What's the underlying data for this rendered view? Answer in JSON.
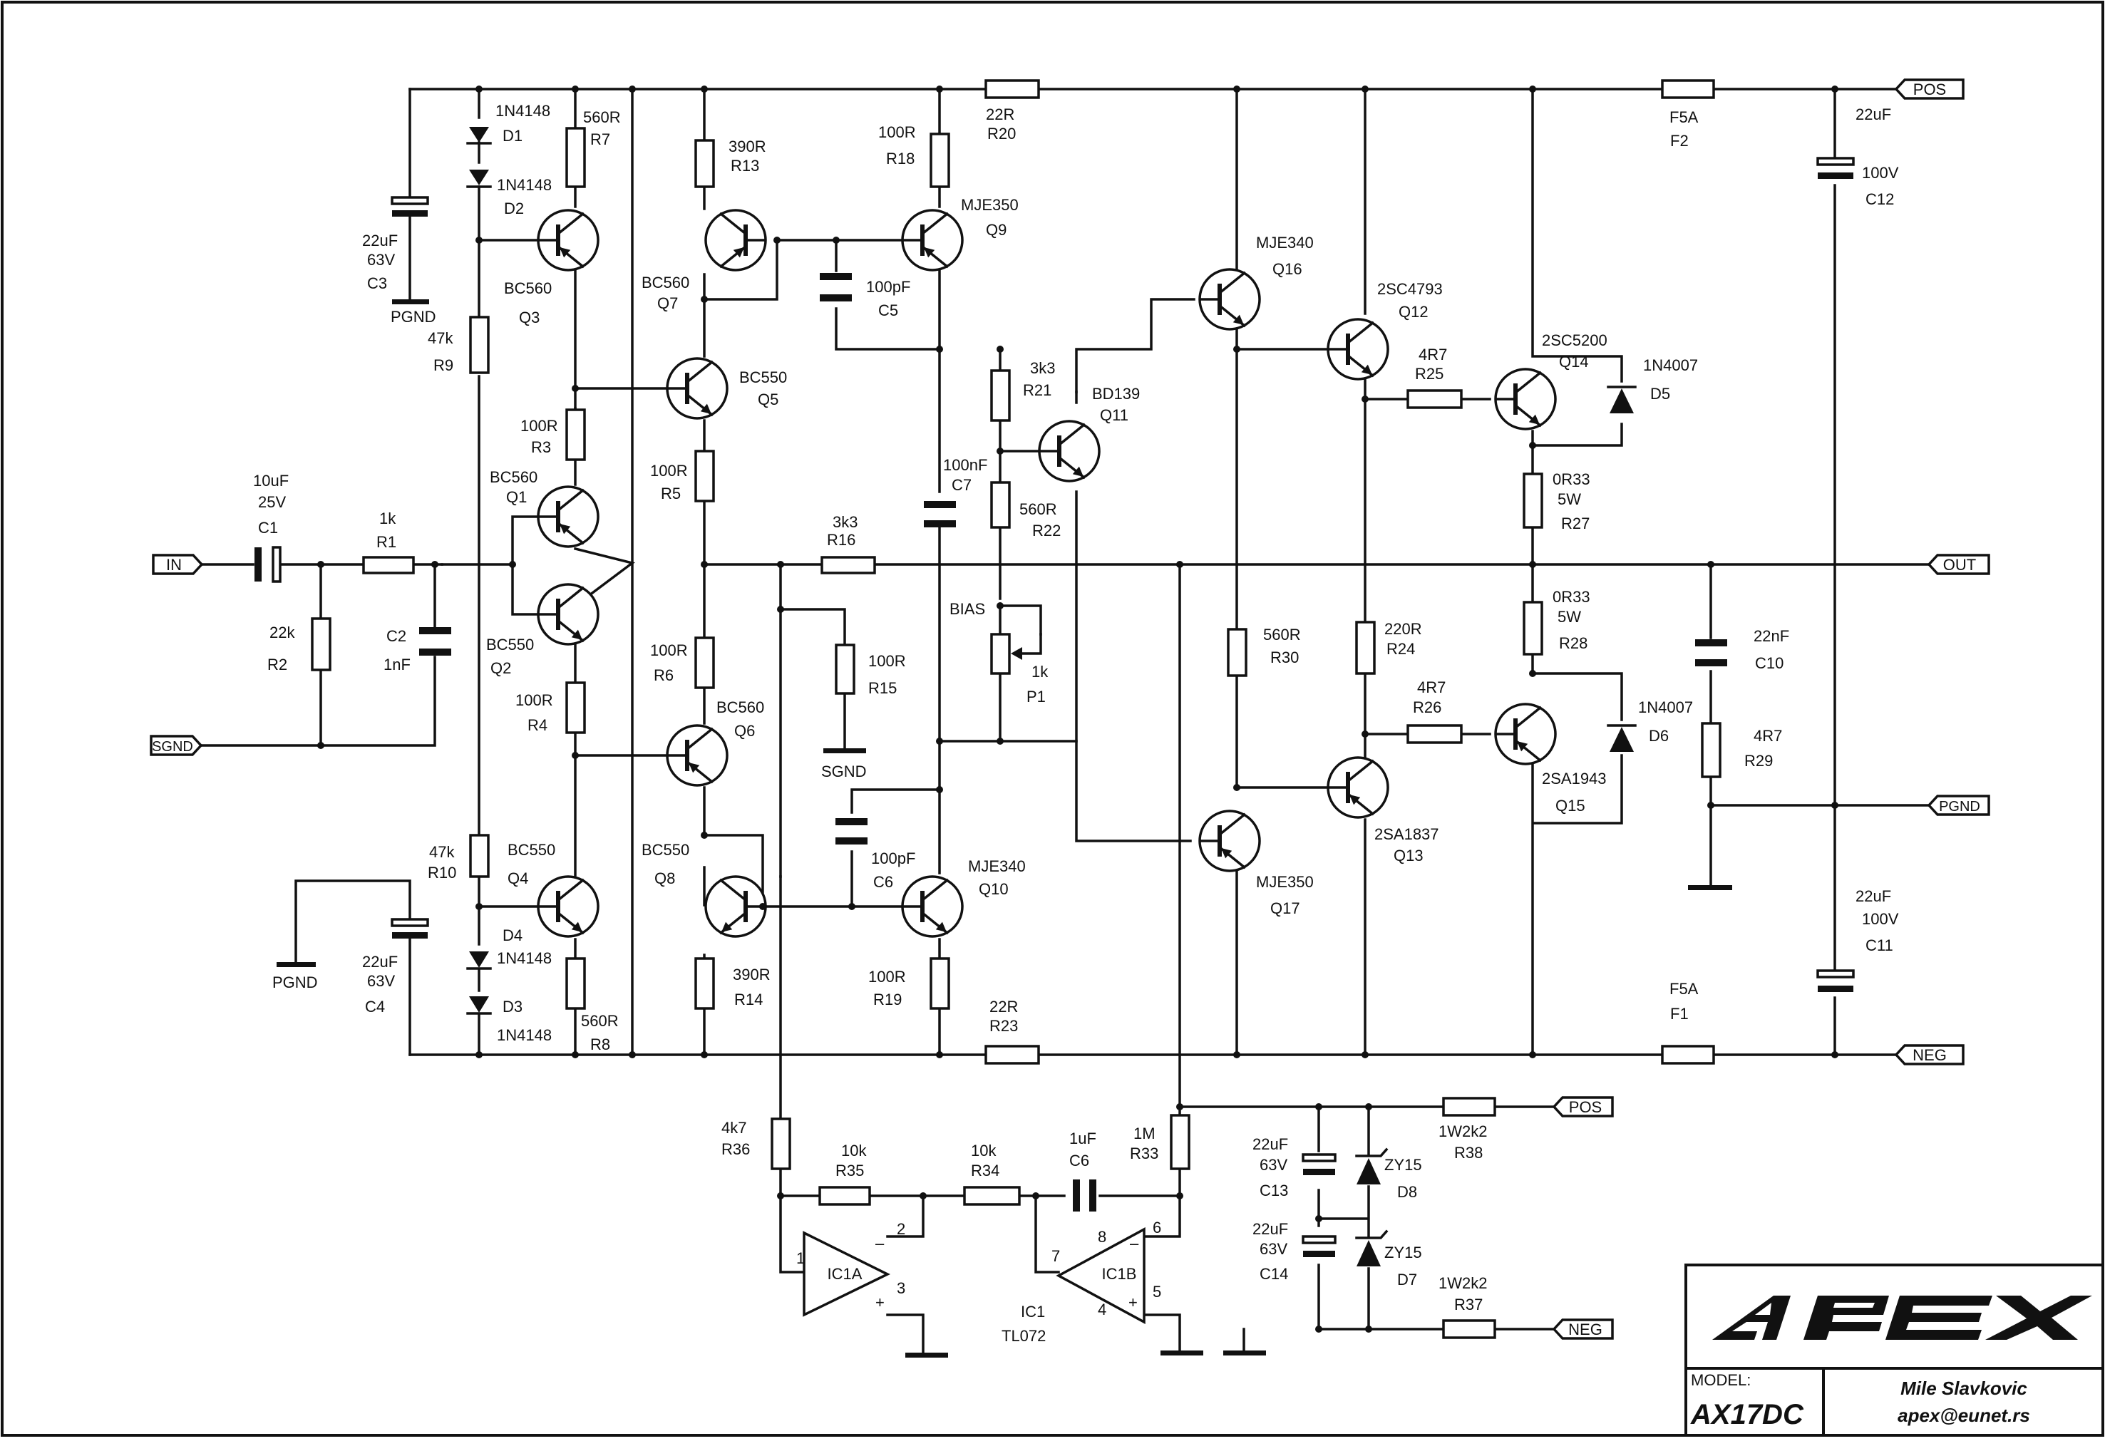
{
  "title_block": {
    "logo": "APEX",
    "model_label": "MODEL:",
    "model": "AX17DC",
    "author": "Mile Slavkovic",
    "email": "apex@eunet.rs"
  },
  "ports": [
    {
      "id": "pos",
      "label": "POS"
    },
    {
      "id": "neg",
      "label": "NEG"
    },
    {
      "id": "out",
      "label": "OUT"
    },
    {
      "id": "in",
      "label": "IN"
    },
    {
      "id": "sgnd",
      "label": "SGND"
    },
    {
      "id": "pgnd",
      "label": "PGND"
    },
    {
      "id": "pos2",
      "label": "POS"
    },
    {
      "id": "neg2",
      "label": "NEG"
    }
  ],
  "ground_labels": [
    "PGND",
    "PGND",
    "SGND"
  ],
  "components": {
    "D1": {
      "value": "1N4148",
      "ref": "D1"
    },
    "D2": {
      "value": "1N4148",
      "ref": "D2"
    },
    "D3": {
      "value": "1N4148",
      "ref": "D3"
    },
    "D4": {
      "value": "1N4148",
      "ref": "D4"
    },
    "D5": {
      "value": "1N4007",
      "ref": "D5"
    },
    "D6": {
      "value": "1N4007",
      "ref": "D6"
    },
    "D7": {
      "value": "ZY15",
      "ref": "D7"
    },
    "D8": {
      "value": "ZY15",
      "ref": "D8"
    },
    "R1": {
      "value": "1k",
      "ref": "R1"
    },
    "R2": {
      "value": "22k",
      "ref": "R2"
    },
    "R3": {
      "value": "100R",
      "ref": "R3"
    },
    "R4": {
      "value": "100R",
      "ref": "R4"
    },
    "R5": {
      "value": "100R",
      "ref": "R5"
    },
    "R6": {
      "value": "100R",
      "ref": "R6"
    },
    "R7": {
      "value": "560R",
      "ref": "R7"
    },
    "R8": {
      "value": "560R",
      "ref": "R8"
    },
    "R9": {
      "value": "47k",
      "ref": "R9"
    },
    "R10": {
      "value": "47k",
      "ref": "R10"
    },
    "R13": {
      "value": "390R",
      "ref": "R13"
    },
    "R14": {
      "value": "390R",
      "ref": "R14"
    },
    "R15": {
      "value": "100R",
      "ref": "R15"
    },
    "R16": {
      "value": "3k3",
      "ref": "R16"
    },
    "R18": {
      "value": "100R",
      "ref": "R18"
    },
    "R19": {
      "value": "100R",
      "ref": "R19"
    },
    "R20": {
      "value": "22R",
      "ref": "R20"
    },
    "R21": {
      "value": "3k3",
      "ref": "R21"
    },
    "R22": {
      "value": "560R",
      "ref": "R22"
    },
    "R23": {
      "value": "22R",
      "ref": "R23"
    },
    "R24": {
      "value": "220R",
      "ref": "R24"
    },
    "R25": {
      "value": "4R7",
      "ref": "R25"
    },
    "R26": {
      "value": "4R7",
      "ref": "R26"
    },
    "R27": {
      "value": "0R33",
      "value2": "5W",
      "ref": "R27"
    },
    "R28": {
      "value": "0R33",
      "value2": "5W",
      "ref": "R28"
    },
    "R29": {
      "value": "4R7",
      "ref": "R29"
    },
    "R30": {
      "value": "560R",
      "ref": "R30"
    },
    "R33": {
      "value": "1M",
      "ref": "R33"
    },
    "R34": {
      "value": "10k",
      "ref": "R34"
    },
    "R35": {
      "value": "10k",
      "ref": "R35"
    },
    "R36": {
      "value": "4k7",
      "ref": "R36"
    },
    "R37": {
      "value": "1W2k2",
      "ref": "R37"
    },
    "R38": {
      "value": "1W2k2",
      "ref": "R38"
    },
    "C1": {
      "value": "10uF",
      "value2": "25V",
      "ref": "C1"
    },
    "C2": {
      "value": "1nF",
      "ref": "C2"
    },
    "C3": {
      "value": "22uF",
      "value2": "63V",
      "ref": "C3"
    },
    "C4": {
      "value": "22uF",
      "value2": "63V",
      "ref": "C4"
    },
    "C5": {
      "value": "100pF",
      "ref": "C5"
    },
    "C6": {
      "value": "100pF",
      "ref": "C6"
    },
    "C6b": {
      "value": "1uF",
      "ref": "C6"
    },
    "C7": {
      "value": "100nF",
      "ref": "C7"
    },
    "C10": {
      "value": "22nF",
      "ref": "C10"
    },
    "C11": {
      "value": "22uF",
      "value2": "100V",
      "ref": "C11"
    },
    "C12": {
      "value": "22uF",
      "value2": "100V",
      "ref": "C12"
    },
    "C13": {
      "value": "22uF",
      "value2": "63V",
      "ref": "C13"
    },
    "C14": {
      "value": "22uF",
      "value2": "63V",
      "ref": "C14"
    },
    "F1": {
      "value": "F5A",
      "ref": "F1"
    },
    "F2": {
      "value": "F5A",
      "ref": "F2"
    },
    "P1": {
      "label": "BIAS",
      "value": "1k",
      "ref": "P1"
    },
    "Q1": {
      "value": "BC560",
      "ref": "Q1"
    },
    "Q2": {
      "value": "BC550",
      "ref": "Q2"
    },
    "Q3": {
      "value": "BC560",
      "ref": "Q3"
    },
    "Q4": {
      "value": "BC550",
      "ref": "Q4"
    },
    "Q5": {
      "value": "BC550",
      "ref": "Q5"
    },
    "Q6": {
      "value": "BC560",
      "ref": "Q6"
    },
    "Q7": {
      "value": "BC560",
      "ref": "Q7"
    },
    "Q8": {
      "value": "BC550",
      "ref": "Q8"
    },
    "Q9": {
      "value": "MJE350",
      "ref": "Q9"
    },
    "Q10": {
      "value": "MJE340",
      "ref": "Q10"
    },
    "Q11": {
      "value": "BD139",
      "ref": "Q11"
    },
    "Q12": {
      "value": "2SC4793",
      "ref": "Q12"
    },
    "Q13": {
      "value": "2SA1837",
      "ref": "Q13"
    },
    "Q14": {
      "value": "2SC5200",
      "ref": "Q14"
    },
    "Q15": {
      "value": "2SA1943",
      "ref": "Q15"
    },
    "Q16": {
      "value": "MJE340",
      "ref": "Q16"
    },
    "Q17": {
      "value": "MJE350",
      "ref": "Q17"
    },
    "IC1": {
      "ref": "IC1",
      "value": "TL072",
      "unitA": "IC1A",
      "unitB": "IC1B"
    }
  },
  "ic_pins": {
    "p1": "1",
    "p2": "2",
    "p3": "3",
    "p4": "4",
    "p5": "5",
    "p6": "6",
    "p7": "7",
    "p8": "8",
    "minus": "–",
    "plus": "+"
  }
}
